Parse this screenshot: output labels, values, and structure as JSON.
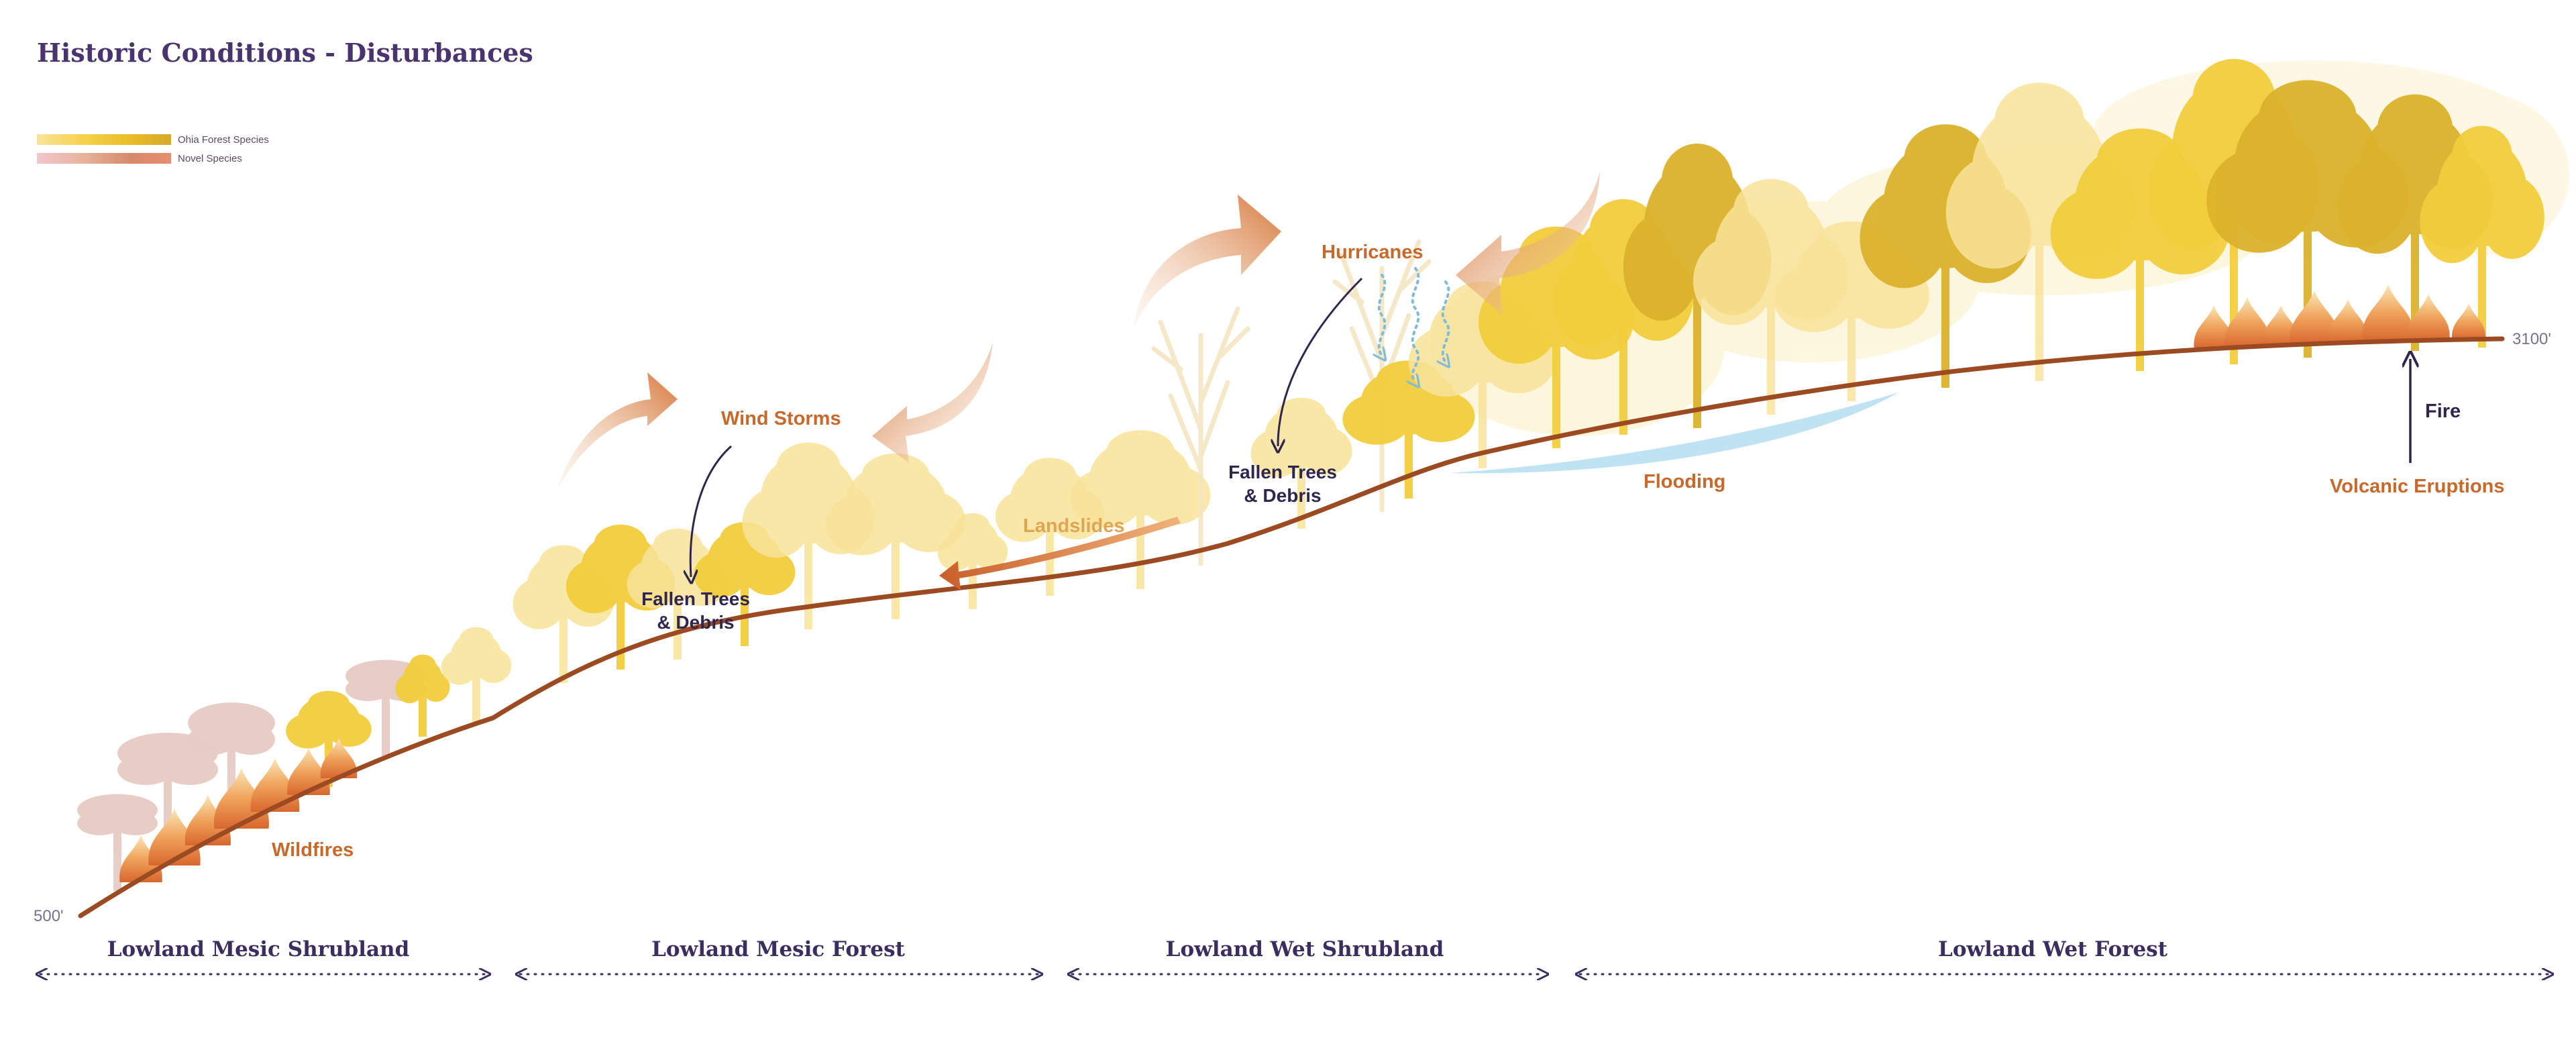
{
  "title": "Historic Conditions - Disturbances",
  "legend": [
    {
      "label": "Ohia Forest Species",
      "colors": [
        "#f9e39a",
        "#f6d24a",
        "#e9bc28",
        "#d6a92a"
      ]
    },
    {
      "label": "Novel Species",
      "colors": [
        "#f3c6cf",
        "#e7b29a",
        "#d8896a",
        "#e98d6e"
      ]
    }
  ],
  "colors": {
    "ground": "#9b4a22",
    "arrow": "#d97c3c",
    "text_dark": "#2f2650",
    "text_accent": "#c8682a",
    "water": "#bfe3f2",
    "tree_light": "#f9e39a",
    "tree_mid": "#f2cd3c",
    "tree_dark": "#dcb22c",
    "novel": "#e7cbc5"
  },
  "disturbances": {
    "wind_storms": "Wind Storms",
    "hurricanes": "Hurricanes",
    "landslides": "Landslides",
    "flooding": "Flooding",
    "wildfires": "Wildfires",
    "volcanic_eruptions": "Volcanic Eruptions"
  },
  "notes": {
    "fallen1_line1": "Fallen Trees",
    "fallen1_line2": "& Debris",
    "fallen2_line1": "Fallen Trees",
    "fallen2_line2": "& Debris",
    "fire": "Fire"
  },
  "elevations": {
    "low": "500'",
    "high": "3100'"
  },
  "zones": [
    "Lowland Mesic Shrubland",
    "Lowland Mesic Forest",
    "Lowland Wet Shrubland",
    "Lowland Wet Forest"
  ]
}
